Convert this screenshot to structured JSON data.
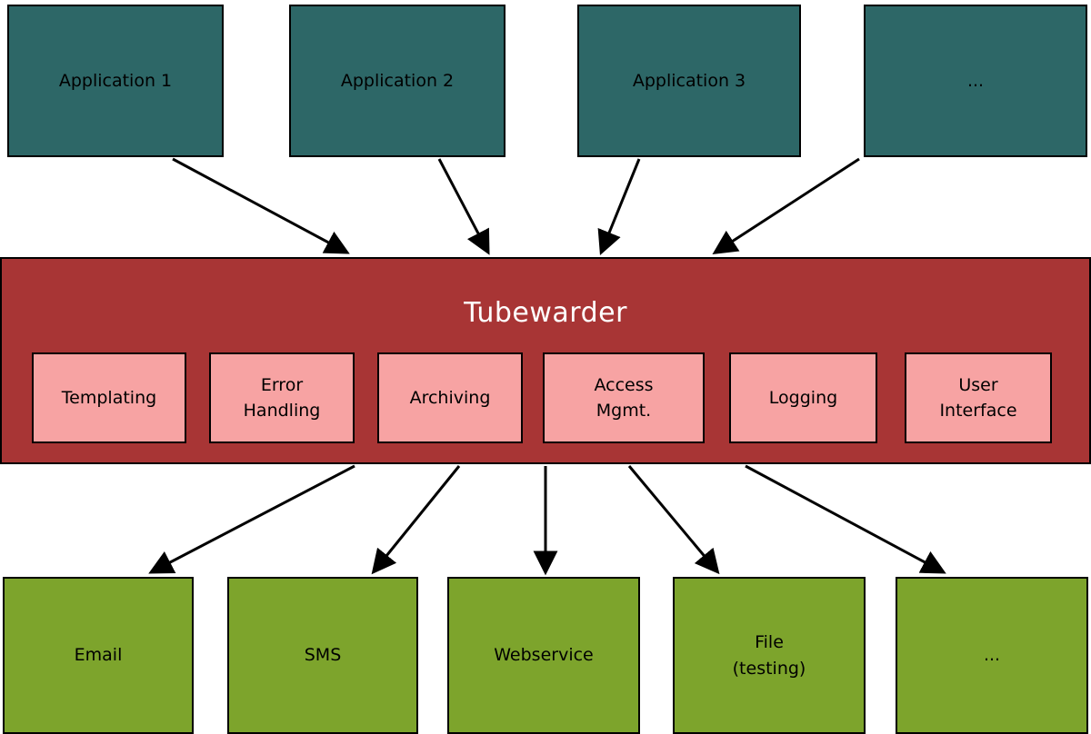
{
  "diagram": {
    "title": "Tubewarder",
    "applications": [
      {
        "label": "Application 1"
      },
      {
        "label": "Application 2"
      },
      {
        "label": "Application 3"
      },
      {
        "label": "..."
      }
    ],
    "modules": [
      {
        "label": "Templating"
      },
      {
        "label": "Error\nHandling"
      },
      {
        "label": "Archiving"
      },
      {
        "label": "Access\nMgmt."
      },
      {
        "label": "Logging"
      },
      {
        "label": "User\nInterface"
      }
    ],
    "channels": [
      {
        "label": "Email"
      },
      {
        "label": "SMS"
      },
      {
        "label": "Webservice"
      },
      {
        "label": "File\n(testing)"
      },
      {
        "label": "..."
      }
    ],
    "colors": {
      "application_fill": "#2d6767",
      "core_fill": "#a83535",
      "module_fill": "#f7a3a3",
      "channel_fill": "#7da42c",
      "border": "#000000",
      "title_text": "#ffffff",
      "label_text": "#000000"
    }
  }
}
